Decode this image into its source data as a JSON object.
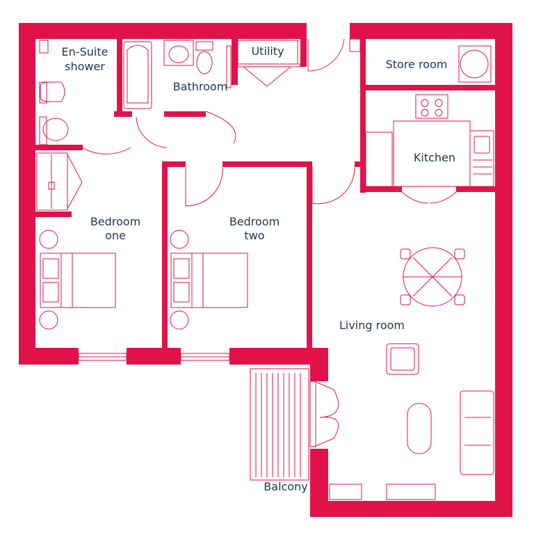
{
  "rooms": {
    "ensuite_line1": "En-Suite",
    "ensuite_line2": "shower",
    "bathroom": "Bathroom",
    "utility": "Utility",
    "store_room": "Store room",
    "kitchen": "Kitchen",
    "bedroom_one_line1": "Bedroom",
    "bedroom_one_line2": "one",
    "bedroom_two_line1": "Bedroom",
    "bedroom_two_line2": "two",
    "living_room": "Living room",
    "balcony": "Balcony"
  },
  "colors": {
    "wall": "#e1124a",
    "label": "#1e3553"
  }
}
